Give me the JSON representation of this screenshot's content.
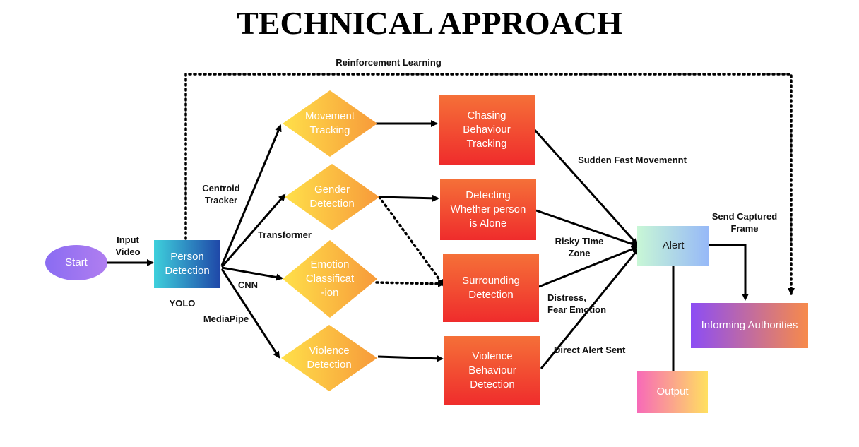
{
  "title": "TECHNICAL APPROACH",
  "nodes": {
    "start": "Start",
    "person_detection": "Person\nDetection",
    "movement_tracking": "Movement\nTracking",
    "gender_detection": "Gender\nDetection",
    "emotion_classification": "Emotion\nClassificat\n-ion",
    "violence_detection": "Violence\nDetection",
    "chasing_behaviour": "Chasing\nBehaviour\nTracking",
    "alone_detection": "Detecting\nWhether person\nis Alone",
    "surrounding_detection": "Surrounding\nDetection",
    "violence_behaviour": "Violence\nBehaviour\nDetection",
    "alert": "Alert",
    "informing_authorities": "Informing Authorities",
    "output": "Output"
  },
  "edge_labels": {
    "reinforcement_learning": "Reinforcement Learning",
    "input_video": "Input\nVideo",
    "yolo": "YOLO",
    "centroid_tracker": "Centroid\nTracker",
    "transformer": "Transformer",
    "cnn": "CNN",
    "mediapipe": "MediaPipe",
    "sudden_fast_movement": "Sudden Fast Movemennt",
    "risky_time_zone": "Risky TIme\nZone",
    "distress_fear_emotion": "Distress,\nFear Emotion",
    "direct_alert_sent": "Direct Alert Sent",
    "send_captured_frame": "Send Captured\nFrame"
  },
  "colors": {
    "start": "#9b6cf0",
    "person_detection_a": "#3ed0dc",
    "person_detection_b": "#1f47a8",
    "diamond_a": "#ffe04a",
    "diamond_b": "#f79a3a",
    "red_box_a": "#f57038",
    "red_box_b": "#ef2c2c",
    "alert_a": "#c8f7d6",
    "alert_b": "#96b8f8",
    "authorities_a": "#8c4df5",
    "authorities_b": "#f78a4a",
    "output_a": "#f76ab8",
    "output_b": "#ffe060"
  }
}
